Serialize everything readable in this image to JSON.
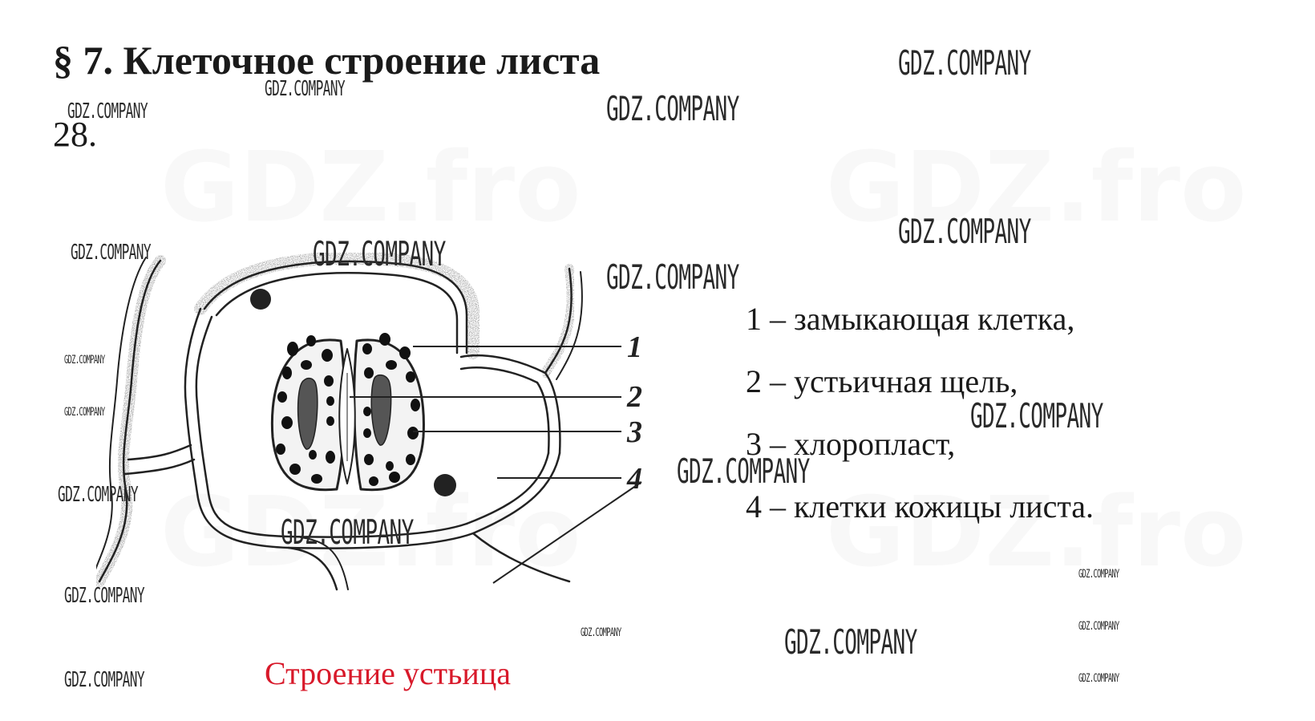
{
  "header": {
    "title": "§ 7. Клеточное строение листа",
    "task_number": "28."
  },
  "diagram": {
    "labels": [
      "1",
      "2",
      "3",
      "4"
    ]
  },
  "legend": [
    "1 – замыкающая клетка,",
    "2 – устьичная щель,",
    "3 – хлоропласт,",
    "4 – клетки кожицы листа."
  ],
  "caption": "Строение устьица",
  "watermark": {
    "text": "GDZ.COMPANY",
    "ghost_text": "GDZ.fro"
  },
  "colors": {
    "caption": "#d8192a",
    "ink": "#1a1a1a"
  }
}
